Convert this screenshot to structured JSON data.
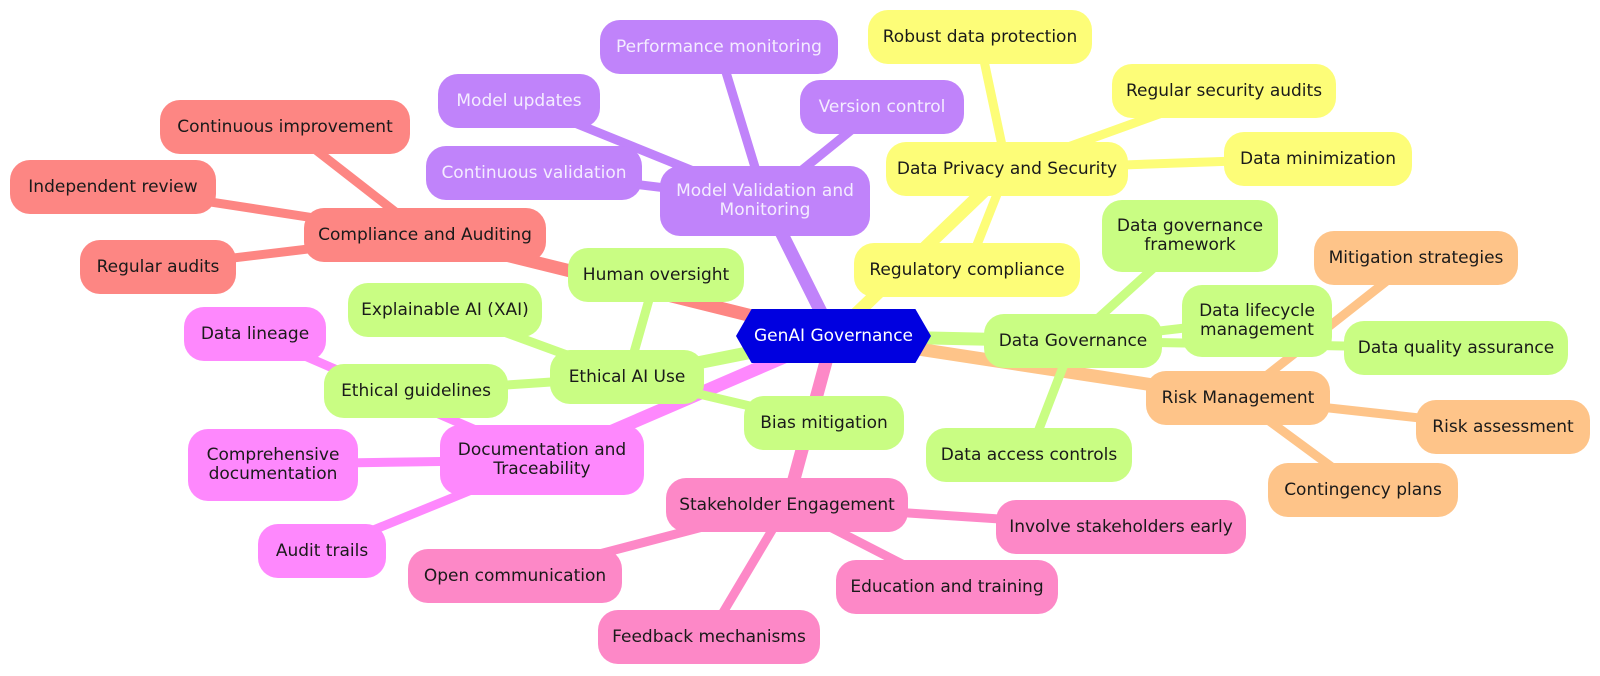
{
  "root": {
    "label": "GenAI Governance"
  },
  "branches": {
    "model": {
      "label": "Model Validation and Monitoring",
      "color": "#c083fa",
      "children": [
        "Performance monitoring",
        "Model updates",
        "Version control",
        "Continuous validation"
      ]
    },
    "privacy": {
      "label": "Data Privacy and Security",
      "color": "#fdfd78",
      "children": [
        "Robust data protection",
        "Regular security audits",
        "Data minimization",
        "Regulatory compliance"
      ]
    },
    "compliance": {
      "label": "Compliance and Auditing",
      "color": "#fd8683",
      "children": [
        "Continuous improvement",
        "Independent review",
        "Regular audits"
      ]
    },
    "ethical": {
      "label": "Ethical AI Use",
      "color": "#c9fd83",
      "children": [
        "Human oversight",
        "Explainable AI (XAI)",
        "Ethical guidelines",
        "Bias mitigation"
      ]
    },
    "datagov": {
      "label": "Data Governance",
      "color": "#c9fd83",
      "children": [
        "Data governance framework",
        "Data lifecycle management",
        "Data quality assurance",
        "Data access controls"
      ]
    },
    "risk": {
      "label": "Risk Management",
      "color": "#fec489",
      "children": [
        "Mitigation strategies",
        "Risk assessment",
        "Contingency plans"
      ]
    },
    "docs": {
      "label": "Documentation and Traceability",
      "color": "#fe88fd",
      "children": [
        "Data lineage",
        "Comprehensive documentation",
        "Audit trails"
      ]
    },
    "stake": {
      "label": "Stakeholder Engagement",
      "color": "#fd88c7",
      "children": [
        "Involve stakeholders early",
        "Open communication",
        "Education and training",
        "Feedback mechanisms"
      ]
    }
  }
}
